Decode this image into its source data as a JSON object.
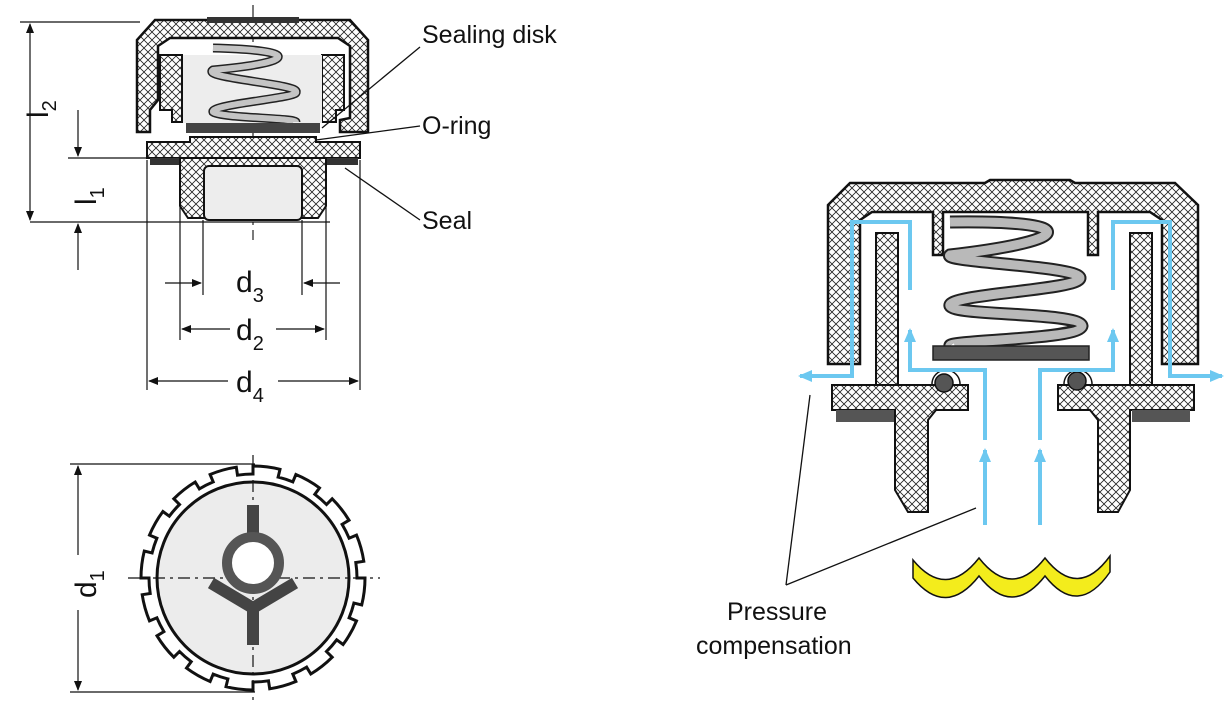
{
  "labels": {
    "sealing_disk": "Sealing disk",
    "o_ring": "O-ring",
    "seal": "Seal",
    "pressure": "Pressure",
    "compensation": "compensation"
  },
  "dims": {
    "l2": {
      "main": "l",
      "sub": "2"
    },
    "l1": {
      "main": "l",
      "sub": "1"
    },
    "d3": {
      "main": "d",
      "sub": "3"
    },
    "d2": {
      "main": "d",
      "sub": "2"
    },
    "d4": {
      "main": "d",
      "sub": "4"
    },
    "d1": {
      "main": "d",
      "sub": "1"
    }
  },
  "colors": {
    "flow_arrow": "#6cc8f0",
    "liquid": "#f3ec1c",
    "seal_dark": "#555555",
    "spring": "#b9b9b9",
    "body_fill": "#ededed"
  }
}
